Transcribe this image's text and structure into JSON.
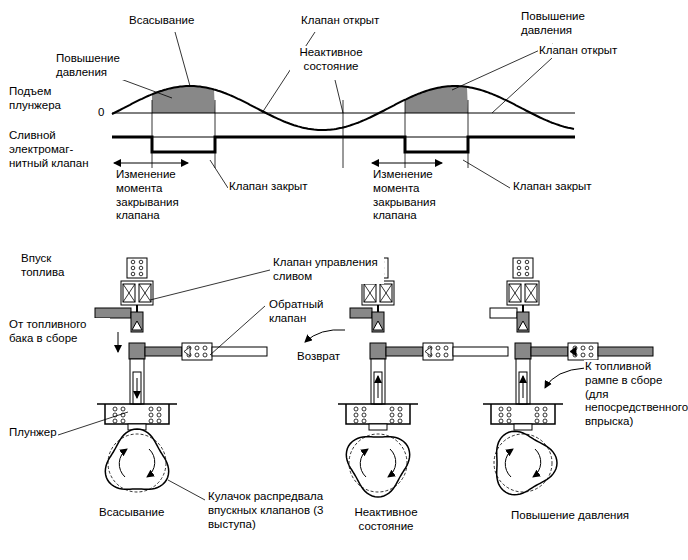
{
  "diagram": {
    "labels": [
      "Всасывание",
      "Клапан открыт",
      "Повышение давления",
      "Клапан открыт",
      "Повышение давления",
      "Неактивное состояние",
      "Подъем плунжера",
      "0",
      "Сливной электромаг-нитный клапан",
      "Изменение момента закрывания клапана",
      "Клапан закрыт",
      "Изменение момента закрывания клапана",
      "Клапан закрыт",
      "Впуск топлива",
      "Клапан управления сливом",
      "Обратный клапан",
      "От топливного бака в сборе",
      "Возврат",
      "К топливной рампе в сборе (для непосредственного впрыска)",
      "Плунжер",
      "Всасывание",
      "Кулачок распредвала впускных клапанов (3 выступа)",
      "Неактивное состояние",
      "Повышение давления"
    ]
  }
}
